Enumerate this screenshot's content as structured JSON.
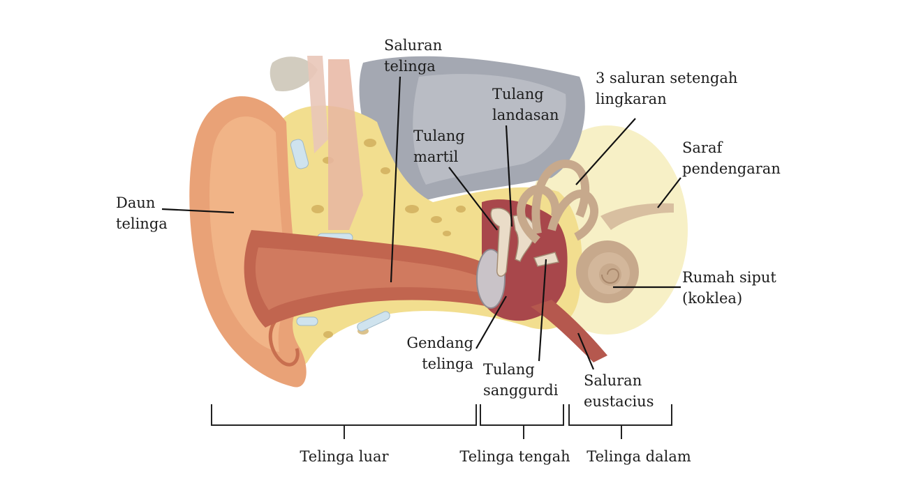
{
  "diagram": {
    "labels": {
      "daun_telinga": [
        "Daun",
        "telinga"
      ],
      "saluran_telinga": [
        "Saluran",
        "telinga"
      ],
      "tulang_landasan": [
        "Tulang",
        "landasan"
      ],
      "tulang_martil": [
        "Tulang",
        "martil"
      ],
      "saluran_setengah_lingkaran": [
        "3 saluran setengah",
        "lingkaran"
      ],
      "saraf_pendengaran": [
        "Saraf",
        "pendengaran"
      ],
      "rumah_siput": [
        "Rumah siput",
        "(koklea)"
      ],
      "gendang_telinga": [
        "Gendang",
        "telinga"
      ],
      "tulang_sanggurdi": [
        "Tulang",
        "sanggurdi"
      ],
      "saluran_eustacius": [
        "Saluran",
        "eustacius"
      ]
    },
    "regions": {
      "telinga_luar": "Telinga luar",
      "telinga_tengah": "Telinga tengah",
      "telinga_dalam": "Telinga dalam"
    },
    "colors": {
      "skin": "#e9a277",
      "skin_dark": "#c86f4f",
      "canal": "#b85a4a",
      "middle_ear": "#a8474b",
      "bone": "#f1df8e",
      "cochlea": "#c7a98c",
      "eardrum": "#c9c3c8",
      "brain_grey": "#9fa3ad",
      "leader": "#111111"
    }
  }
}
